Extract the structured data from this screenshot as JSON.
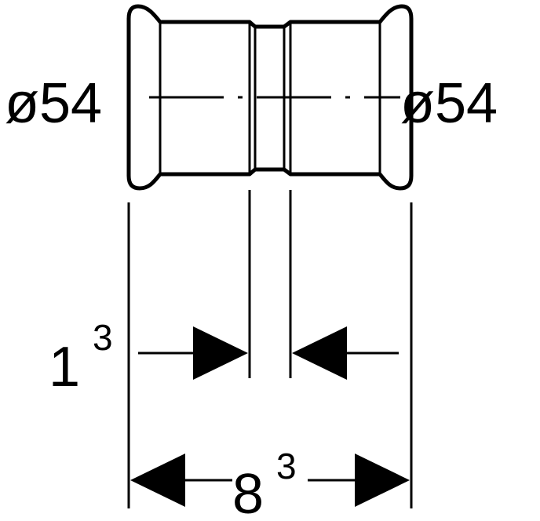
{
  "labels": {
    "left_diameter": "ø54",
    "right_diameter": "ø54",
    "inner_dim_base": "1",
    "inner_dim_exp": "3",
    "overall_dim_base": "8",
    "overall_dim_exp": "3"
  },
  "colors": {
    "line": "#000000",
    "background": "#ffffff"
  }
}
